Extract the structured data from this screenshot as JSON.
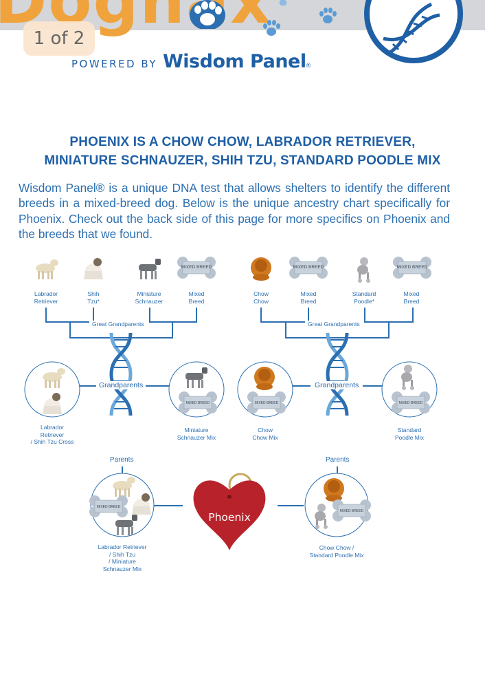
{
  "header": {
    "logo_text": "Dognax",
    "page_indicator": "1 of 2",
    "powered_by": "POWERED BY",
    "brand": "Wisdom Panel",
    "brand_reg": "®"
  },
  "headline": {
    "line1": "PHOENIX IS A CHOW CHOW, LABRADOR RETRIEVER,",
    "line2": "MINIATURE SCHNAUZER, SHIH TZU, STANDARD POODLE MIX"
  },
  "description": "Wisdom Panel® is a unique DNA test that allows shelters to identify the different breeds in a mixed-breed dog. Below is the unique ancestry chart specifically for Phoenix. Check out the back side of this page for more specifics on Phoenix and the breeds that we found.",
  "tag_text": "MIXED BREED",
  "great_grandparents": {
    "header": "Great Grandparents",
    "left": [
      {
        "line1": "Labrador",
        "line2": "Retriever"
      },
      {
        "line1": "Shih",
        "line2": "Tzu*"
      },
      {
        "line1": "Miniature",
        "line2": "Schnauzer"
      },
      {
        "line1": "Mixed",
        "line2": "Breed"
      }
    ],
    "right": [
      {
        "line1": "Chow",
        "line2": "Chow"
      },
      {
        "line1": "Mixed",
        "line2": "Breed"
      },
      {
        "line1": "Standard",
        "line2": "Poodle*"
      },
      {
        "line1": "Mixed",
        "line2": "Breed"
      }
    ]
  },
  "grandparents": {
    "header": "Grandparents",
    "items": [
      {
        "line1": "Labrador",
        "line2": "Retriever",
        "line3": "/ Shih Tzu Cross"
      },
      {
        "line1": "Miniature",
        "line2": "Schnauzer Mix"
      },
      {
        "line1": "Chow",
        "line2": "Chow Mix"
      },
      {
        "line1": "Standard",
        "line2": "Poodle Mix"
      }
    ]
  },
  "parents": {
    "header": "Parents",
    "left": {
      "line1": "Labrador Retriever",
      "line2": "/ Shih Tzu",
      "line3": "/ Miniature",
      "line4": "Schnauzer Mix"
    },
    "right": {
      "line1": "Chow Chow /",
      "line2": "Standard Poodle Mix"
    }
  },
  "dog_name": "Phoenix",
  "colors": {
    "brand_blue": "#1f5fa5",
    "line_blue": "#2b6fb1",
    "logo_orange": "#f0a33c",
    "tag_red": "#b8232b"
  }
}
